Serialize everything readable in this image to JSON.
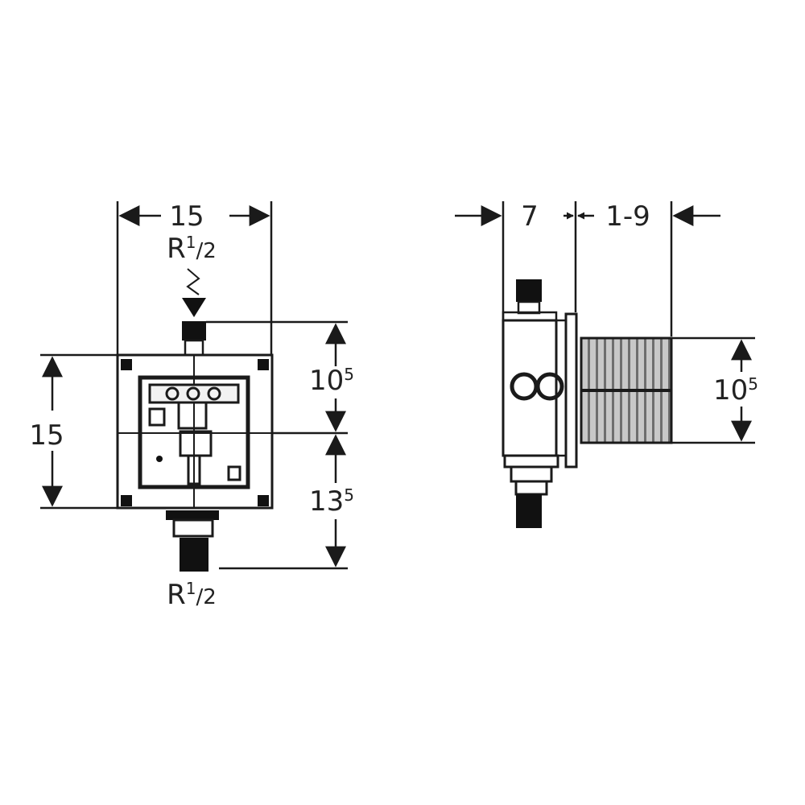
{
  "front_view": {
    "width_dim": "15",
    "height_dim": "15",
    "top_connection": {
      "prefix": "R",
      "sup": "1",
      "suffix": "/2"
    },
    "bottom_connection": {
      "prefix": "R",
      "sup": "1",
      "suffix": "/2"
    },
    "upper_dim": {
      "base": "10",
      "sup": "5"
    },
    "lower_dim": {
      "base": "13",
      "sup": "5"
    }
  },
  "side_view": {
    "depth_dim": "7",
    "projection_dim": "1-9",
    "height_dim": {
      "base": "10",
      "sup": "5"
    }
  },
  "colors": {
    "line": "#1a1a1a",
    "background": "#ffffff",
    "fill_dark": "#111111",
    "fill_gray": "#9a9a9a"
  }
}
